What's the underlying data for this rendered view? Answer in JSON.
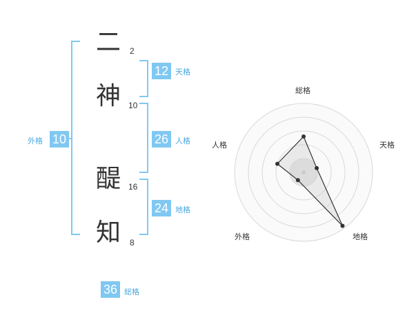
{
  "name": {
    "chars": [
      {
        "char": "二",
        "strokes": "2"
      },
      {
        "char": "神",
        "strokes": "10"
      },
      {
        "char": "醍",
        "strokes": "16"
      },
      {
        "char": "知",
        "strokes": "8"
      }
    ]
  },
  "scores": {
    "tenkaku": {
      "value": "12",
      "label": "天格"
    },
    "jinkaku": {
      "value": "26",
      "label": "人格"
    },
    "chikaku": {
      "value": "24",
      "label": "地格"
    },
    "gaikaku": {
      "value": "10",
      "label": "外格"
    },
    "soukaku": {
      "value": "36",
      "label": "総格"
    }
  },
  "chart_data": {
    "type": "radar",
    "axes": [
      "総格",
      "天格",
      "地格",
      "外格",
      "人格"
    ],
    "rings": 5,
    "values": [
      0.52,
      0.2,
      0.96,
      0.14,
      0.4
    ]
  },
  "colors": {
    "accent": "#80c8f2",
    "bracket": "#80c8f2",
    "line": "#333333"
  }
}
